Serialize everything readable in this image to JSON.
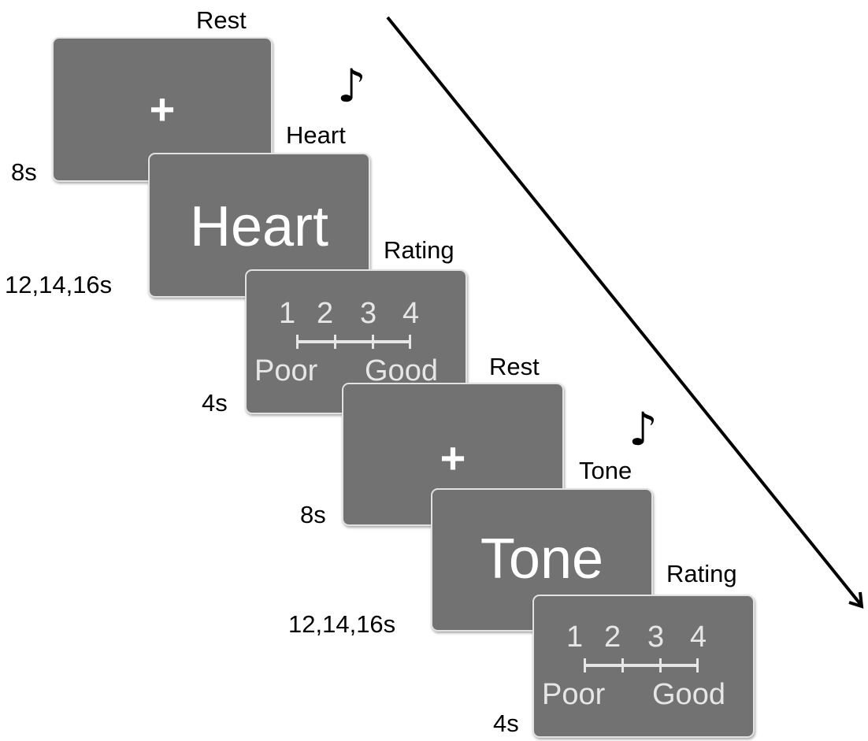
{
  "trial_1": {
    "rest": {
      "title": "Rest",
      "symbol": "+",
      "duration": "8s"
    },
    "stimulus": {
      "title": "Heart",
      "word": "Heart",
      "duration": "12,14,16s",
      "sound_icon": "music-note-icon"
    },
    "rating": {
      "title": "Rating",
      "numbers": [
        "1",
        "2",
        "3",
        "4"
      ],
      "low_label": "Poor",
      "high_label": "Good",
      "duration": "4s"
    }
  },
  "trial_2": {
    "rest": {
      "title": "Rest",
      "symbol": "+",
      "duration": "8s"
    },
    "stimulus": {
      "title": "Tone",
      "word": "Tone",
      "duration": "12,14,16s",
      "sound_icon": "music-note-icon"
    },
    "rating": {
      "title": "Rating",
      "numbers": [
        "1",
        "2",
        "3",
        "4"
      ],
      "low_label": "Poor",
      "high_label": "Good",
      "duration": "4s"
    }
  },
  "glyphs": {
    "music_note": "♪"
  },
  "colors": {
    "screen": "#727272",
    "screen_border": "#e2e2e2",
    "scale": "#e6e6e6",
    "arrow": "#000000"
  }
}
